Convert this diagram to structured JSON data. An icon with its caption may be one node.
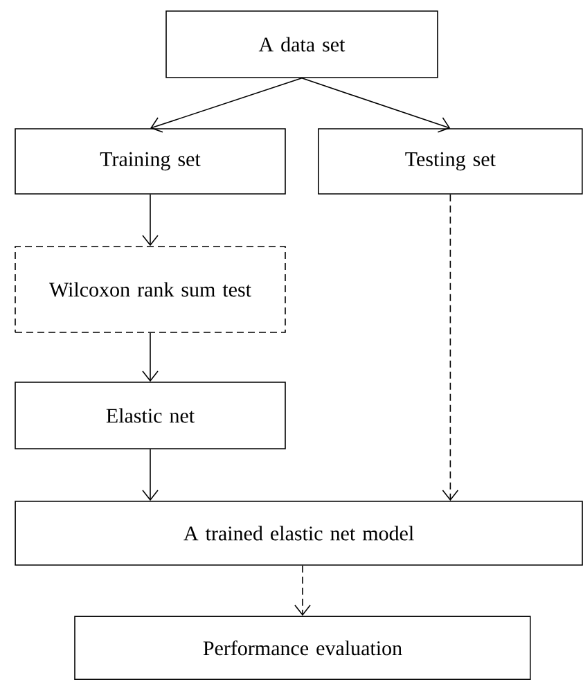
{
  "diagram": {
    "nodes": [
      {
        "text": [
          "A data set"
        ]
      },
      {
        "text": [
          "Training set"
        ]
      },
      {
        "text": [
          "Testing set"
        ]
      },
      {
        "text": [
          "Wilcoxon rank sum test"
        ]
      },
      {
        "text": [
          "Elastic net"
        ]
      },
      {
        "text": [
          "A trained elastic net model"
        ]
      },
      {
        "text": [
          "Performance evaluation"
        ]
      }
    ],
    "edges": [
      {
        "from": 0,
        "to": 1,
        "arrow": "to"
      },
      {
        "from": 0,
        "to": 2,
        "arrow": "to"
      },
      {
        "from": 1,
        "to": 3,
        "arrow": "to"
      },
      {
        "from": 3,
        "to": 4,
        "arrow": "to"
      },
      {
        "from": 2,
        "to": 5,
        "arrow": "to",
        "style": "dashed"
      },
      {
        "from": 4,
        "to": 5,
        "arrow": "to"
      },
      {
        "from": 5,
        "to": 6,
        "arrow": "to",
        "style": "dashed"
      }
    ]
  }
}
